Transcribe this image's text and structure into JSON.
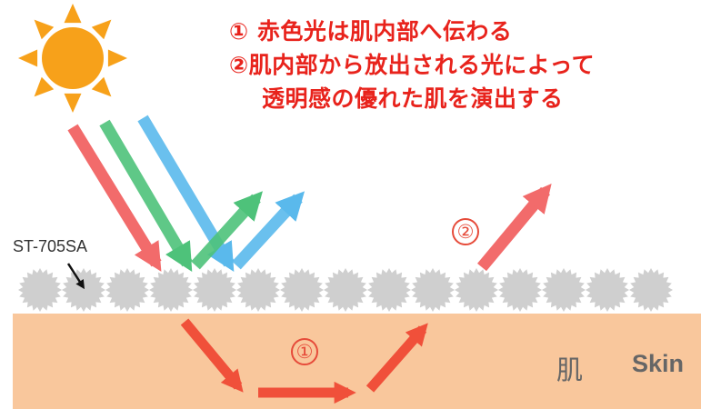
{
  "caption": {
    "line1": "① 赤色光は肌内部へ伝わる",
    "line2": "②肌内部から放出される光によって",
    "line3": "透明感の優れた肌を演出する"
  },
  "material_label": "ST-705SA",
  "step_markers": {
    "first": "①",
    "second": "②"
  },
  "skin_label": {
    "jp": "肌",
    "en": "Skin"
  },
  "particles": {
    "count": 15
  },
  "colors": {
    "sun": "#f7a11a",
    "red_light": "#f26b6b",
    "green_light": "#4ec27a",
    "blue_light": "#5ab9ec",
    "skin": "#f9c79c",
    "particle": "#cfcfcf",
    "caption": "#e8231c",
    "skin_arrow": "#f0503a",
    "marker": "#e64b3a",
    "skin_text": "#666666",
    "pointer": "#111111"
  }
}
